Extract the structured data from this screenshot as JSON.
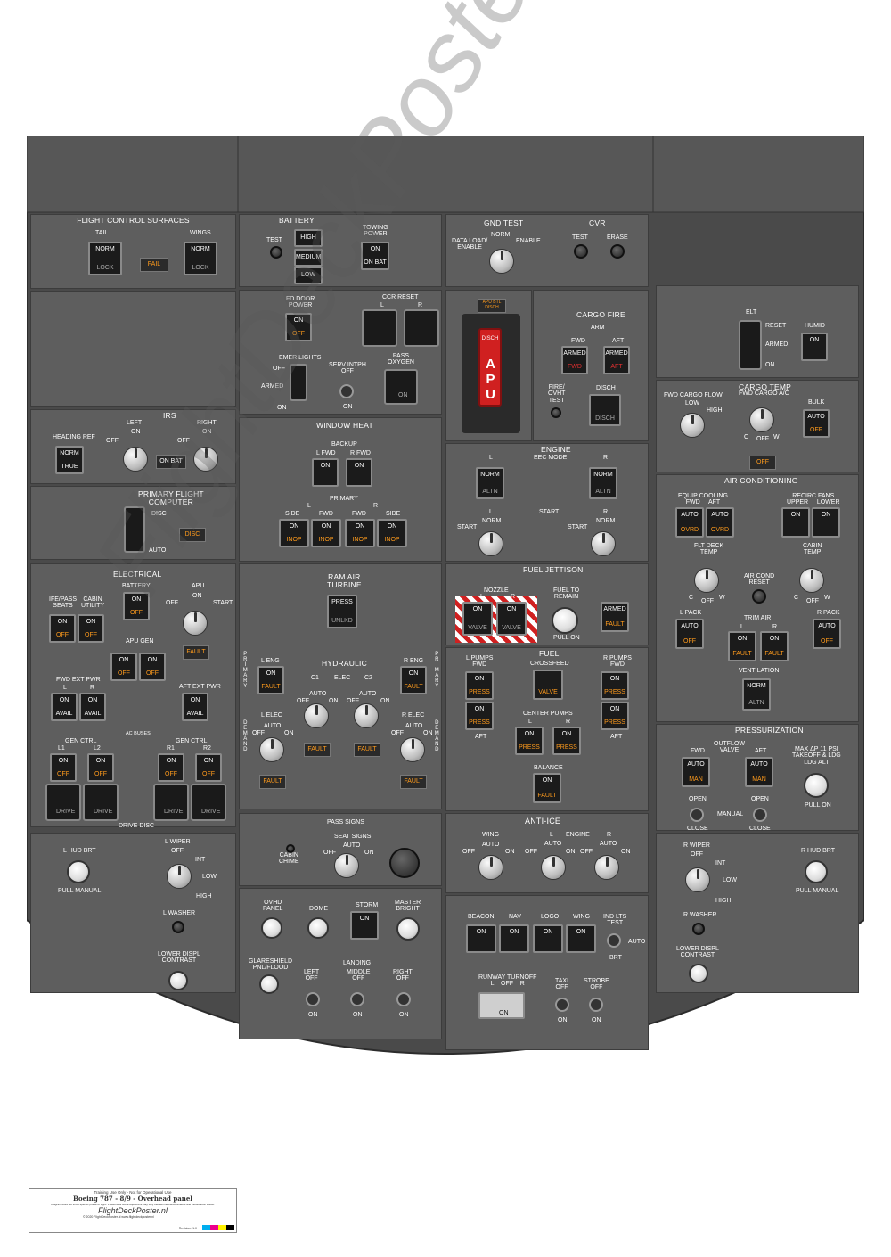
{
  "watermark": "FlightDeckPoster.nl",
  "fcs": {
    "title": "FLIGHT CONTROL SURFACES",
    "tail": "TAIL",
    "wings": "WINGS",
    "norm": "NORM",
    "lock": "LOCK",
    "fail": "FAIL"
  },
  "battery": {
    "title": "BATTERY",
    "test": "TEST",
    "high": "HIGH",
    "medium": "MEDIUM",
    "low": "LOW",
    "towing": "TOWING\nPOWER",
    "on": "ON",
    "onbat": "ON BAT"
  },
  "fddoor": {
    "label": "FD DOOR\nPOWER",
    "on": "ON",
    "off": "OFF"
  },
  "ccr": {
    "title": "CCR RESET",
    "l": "L",
    "r": "R"
  },
  "emer": {
    "label": "EMER LIGHTS",
    "off": "OFF",
    "armed": "ARMED",
    "on": "ON"
  },
  "serv": {
    "label": "SERV INTPH\nOFF",
    "on": "ON"
  },
  "passox": {
    "label": "PASS\nOXYGEN",
    "on": "ON"
  },
  "irs": {
    "title": "IRS",
    "headref": "HEADING REF",
    "norm": "NORM",
    "true": "TRUE",
    "left": "LEFT",
    "right": "RIGHT",
    "off": "OFF",
    "on": "ON",
    "onbat": "ON BAT"
  },
  "pfc": {
    "title": "PRIMARY FLIGHT\nCOMPUTER",
    "disc": "DISC",
    "auto": "AUTO"
  },
  "wh": {
    "title": "WINDOW HEAT",
    "backup": "BACKUP",
    "lfwd": "L FWD",
    "rfwd": "R FWD",
    "primary": "PRIMARY",
    "l": "L",
    "r": "R",
    "side": "SIDE",
    "fwd": "FWD",
    "on": "ON",
    "inop": "INOP"
  },
  "gnd": {
    "title": "GND TEST",
    "dl": "DATA LOAD/\nENABLE",
    "norm": "NORM",
    "enable": "ENABLE"
  },
  "cvr": {
    "title": "CVR",
    "test": "TEST",
    "erase": "ERASE"
  },
  "apu": {
    "btl": "APU BTL\nDISCH",
    "disch": "DISCH",
    "apu": "APU"
  },
  "cf": {
    "title": "CARGO FIRE",
    "arm": "ARM",
    "fwd": "FWD",
    "aft": "AFT",
    "armed": "ARMED",
    "fire": "FIRE/\nOVHT\nTEST",
    "disch": "DISCH"
  },
  "elt": {
    "title": "ELT",
    "reset": "RESET",
    "armed": "ARMED",
    "on": "ON"
  },
  "humid": {
    "title": "HUMID",
    "on": "ON"
  },
  "ct": {
    "title": "CARGO TEMP",
    "fwdflow": "FWD CARGO FLOW",
    "low": "LOW",
    "high": "HIGH",
    "fwdac": "FWD CARGO A/C",
    "bulk": "BULK",
    "auto": "AUTO",
    "off": "OFF",
    "c": "C",
    "w": "W"
  },
  "eng": {
    "title": "ENGINE",
    "eec": "EEC MODE",
    "l": "L",
    "r": "R",
    "norm": "NORM",
    "altn": "ALTN",
    "start": "START"
  },
  "ac": {
    "title": "AIR CONDITIONING",
    "equip": "EQUIP COOLING\nFWD     AFT",
    "recirc": "RECIRC FANS\nUPPER     LOWER",
    "auto": "AUTO",
    "ovrd": "OVRD",
    "on": "ON",
    "fltdeck": "FLT DECK\nTEMP",
    "cabin": "CABIN\nTEMP",
    "reset": "AIR COND\nRESET",
    "lpack": "L PACK",
    "rpack": "R PACK",
    "trim": "TRIM AIR",
    "off": "OFF",
    "fault": "FAULT",
    "vent": "VENTILATION",
    "norm": "NORM",
    "altn": "ALTN",
    "c": "C",
    "w": "W"
  },
  "elec": {
    "title": "ELECTRICAL",
    "ife": "IFE/PASS\nSEATS",
    "cabin": "CABIN\nUTILITY",
    "battery": "BATTERY",
    "apu": "APU",
    "on": "ON",
    "off": "OFF",
    "start": "START",
    "apugen": "APU GEN",
    "fault": "FAULT",
    "fwdext": "FWD EXT PWR",
    "aftext": "AFT EXT PWR",
    "l": "L",
    "r": "R",
    "avail": "AVAIL",
    "acbuses": "AC BUSES",
    "genctrl": "GEN CTRL",
    "drive": "DRIVE",
    "drivedisc": "DRIVE DISC",
    "l1": "L1",
    "l2": "L2",
    "r1": "R1",
    "r2": "R2"
  },
  "rat": {
    "title": "RAM AIR\nTURBINE",
    "press": "PRESS",
    "unlkd": "UNLKD"
  },
  "hyd": {
    "title": "HYDRAULIC",
    "primary": "PRIMARY",
    "demand": "DEMAND",
    "leng": "L ENG",
    "reng": "R ENG",
    "on": "ON",
    "fault": "FAULT",
    "elec": "ELEC",
    "c1": "C1",
    "c2": "C2",
    "auto": "AUTO",
    "off": "OFF",
    "lelec": "L ELEC",
    "relec": "R ELEC"
  },
  "fj": {
    "title": "FUEL JETTISON",
    "nozzle": "NOZZLE",
    "l": "L",
    "r": "R",
    "on": "ON",
    "valve": "VALVE",
    "toremain": "FUEL TO\nREMAIN",
    "pull": "PULL ON",
    "armed": "ARMED",
    "fault": "FAULT"
  },
  "fuel": {
    "title": "FUEL",
    "lpumps": "L PUMPS\nFWD",
    "rpumps": "R PUMPS\nFWD",
    "crossfeed": "CROSSFEED",
    "aft": "AFT",
    "center": "CENTER PUMPS",
    "on": "ON",
    "press": "PRESS",
    "valve": "VALVE",
    "balance": "BALANCE",
    "fault": "FAULT"
  },
  "press": {
    "title": "PRESSURIZATION",
    "outflow": "OUTFLOW\nVALVE",
    "fwd": "FWD",
    "aft": "AFT",
    "auto": "AUTO",
    "man": "MAN",
    "max": "MAX ΔP 11 PSI\nTAKEOFF & LDG\nLDG ALT",
    "pull": "PULL ON",
    "open": "OPEN",
    "manual": "MANUAL",
    "close": "CLOSE"
  },
  "ps": {
    "title": "PASS SIGNS",
    "chime": "CABIN\nCHIME",
    "seat": "SEAT SIGNS",
    "auto": "AUTO",
    "off": "OFF",
    "on": "ON"
  },
  "ai": {
    "title": "ANTI-ICE",
    "wing": "WING",
    "engine": "ENGINE",
    "auto": "AUTO",
    "off": "OFF",
    "on": "ON",
    "l": "L",
    "r": "R"
  },
  "hud": {
    "lhud": "L HUD BRT",
    "rhud": "R HUD BRT",
    "pull": "PULL MANUAL",
    "lwiper": "L WIPER",
    "rwiper": "R WIPER",
    "off": "OFF",
    "int": "INT",
    "low": "LOW",
    "high": "HIGH",
    "lwasher": "L WASHER",
    "rwasher": "R WASHER",
    "lower": "LOWER DISPL\nCONTRAST"
  },
  "lights": {
    "ovhd": "OVHD\nPANEL",
    "dome": "DOME",
    "storm": "STORM",
    "on": "ON",
    "master": "MASTER\nBRIGHT",
    "glare": "GLARESHIELD\nPNL/FLOOD",
    "landing": "LANDING",
    "left": "LEFT\nOFF",
    "middle": "MIDDLE\nOFF",
    "right": "RIGHT\nOFF",
    "onl": "ON"
  },
  "ext": {
    "beacon": "BEACON",
    "nav": "NAV",
    "logo": "LOGO",
    "wing": "WING",
    "on": "ON",
    "ind": "IND LTS\nTEST",
    "auto": "AUTO",
    "brt": "BRT",
    "runway": "RUNWAY TURNOFF\nL    OFF    R",
    "taxi": "TAXI\nOFF",
    "strobe": "STROBE\nOFF",
    "onl": "ON"
  },
  "footer": {
    "line1": "Training Use Only - Not for Operational Use",
    "line2": "Boeing 787 - 8/9  -  Overhead panel",
    "line3": "Diagram does not show specific phase of flight. Positions of some equipment may vary between airlines/operators and modification status.",
    "brand": "FlightDeckPoster.nl",
    "copy": "© 2020 FlightDeckPoster.nl    www.flightdeckposter.nl",
    "ver": "Revision: 1.0"
  }
}
